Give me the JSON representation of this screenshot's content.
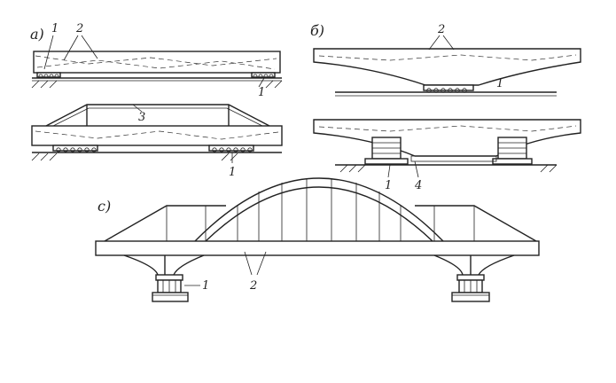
{
  "panels": {
    "a": {
      "label": "a)",
      "callouts": {
        "top_left_1": "1",
        "top_2": "2",
        "top_right_1": "1",
        "mid_3": "3",
        "bottom_1": "1"
      }
    },
    "b": {
      "label": "б)",
      "callouts": {
        "top_2": "2",
        "top_1": "1",
        "bottom_1": "1",
        "bottom_4": "4"
      }
    },
    "c": {
      "label": "с)",
      "callouts": {
        "right_1": "1",
        "center_2": "2"
      }
    }
  }
}
